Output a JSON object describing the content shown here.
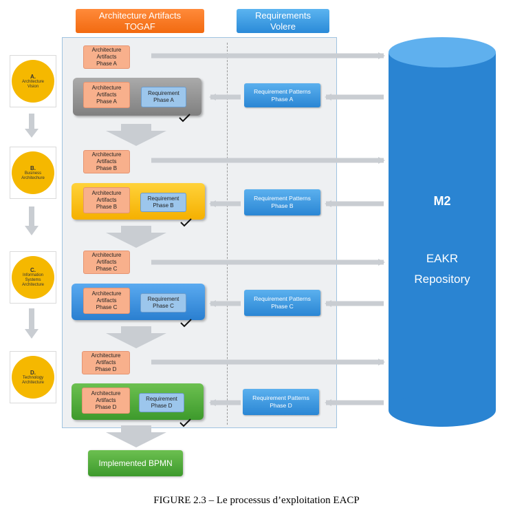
{
  "headers": {
    "togaf": [
      "Architecture Artifacts",
      "TOGAF"
    ],
    "volere": [
      "Requirements",
      "Volere"
    ]
  },
  "phases": [
    {
      "circle": [
        "A.",
        "Architecture",
        "Vision"
      ],
      "artifact": [
        "Architecture",
        "Artifacts",
        "Phase A"
      ],
      "requirement": [
        "Requirement",
        "Phase A"
      ],
      "pattern": [
        "Requirement Patterns",
        "Phase A"
      ],
      "color": "#9a9a9a"
    },
    {
      "circle": [
        "B.",
        "Business",
        "Architechure"
      ],
      "artifact": [
        "Architecture",
        "Artifacts",
        "Phase B"
      ],
      "requirement": [
        "Requirement",
        "Phase B"
      ],
      "pattern": [
        "Requirement Patterns",
        "Phase B"
      ],
      "color": "#f5b800"
    },
    {
      "circle": [
        "C.",
        "Information",
        "Systems",
        "Architecture"
      ],
      "artifact": [
        "Architecture",
        "Artifacts",
        "Phase C"
      ],
      "requirement": [
        "Requirement",
        "Phase C"
      ],
      "pattern": [
        "Requirement Patterns",
        "Phase C"
      ],
      "color": "#2a7fd0"
    },
    {
      "circle": [
        "D.",
        "Technology",
        "Architecture"
      ],
      "artifact": [
        "Architecture",
        "Artifacts",
        "Phase D"
      ],
      "requirement": [
        "Requirement",
        "Phase D"
      ],
      "pattern": [
        "Requirement Patterns",
        "Phase D"
      ],
      "color": "#3d9a2c"
    }
  ],
  "repository": {
    "level": "M2",
    "name_line1": "EAKR",
    "name_line2": "Repository"
  },
  "output": {
    "label": "Implemented BPMN"
  },
  "caption": "FIGURE 2.3 – Le processus d’exploitation EACP",
  "icons": {
    "check": "checkmark-icon"
  }
}
